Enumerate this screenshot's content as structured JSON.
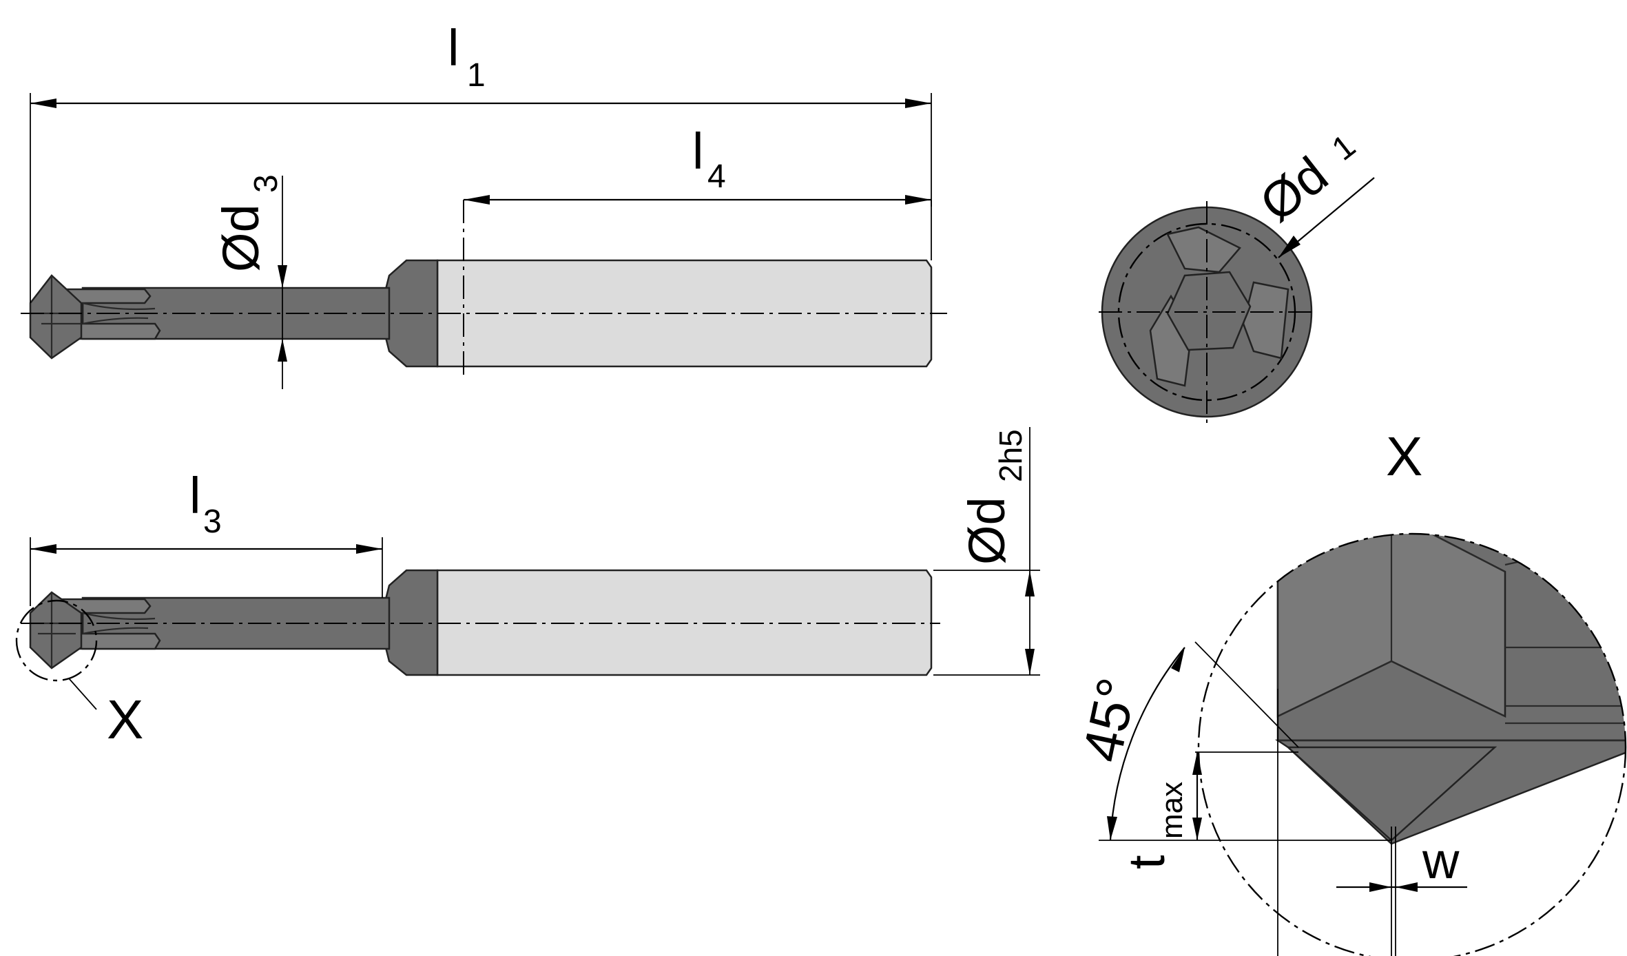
{
  "labels": {
    "l1_main": "l",
    "l1_sub": "1",
    "l4_main": "l",
    "l4_sub": "4",
    "d3_main": "Ød",
    "d3_sub": "3",
    "d1_main": "Ød",
    "d1_sub": "1",
    "l3_main": "l",
    "l3_sub": "3",
    "d2_main": "Ød",
    "d2_sub": "2h5",
    "x_callout": "X",
    "x_detail_title": "X",
    "angle": "45°",
    "tmax_main": "t",
    "tmax_sub": "max",
    "w": "w"
  },
  "colors": {
    "tool_dark": "#6e6e6e",
    "shank": "#dcdcdc",
    "line": "#000000"
  }
}
